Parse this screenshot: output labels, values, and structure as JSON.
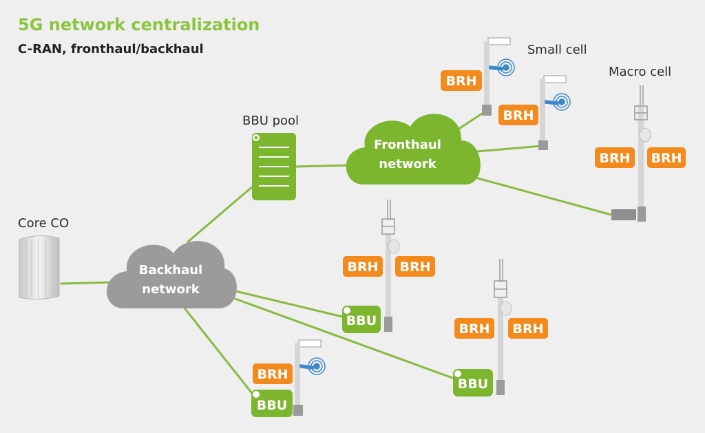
{
  "title": "5G network centralization",
  "subtitle": "C-RAN, fronthaul/backhaul",
  "labels": {
    "small_cell": "Small cell",
    "macro_cell": "Macro cell",
    "bbu_pool": "BBU pool",
    "core_co": "Core CO"
  },
  "clouds": {
    "fronthaul": [
      "Fronthaul",
      "network"
    ],
    "backhaul": [
      "Backhaul",
      "network"
    ]
  },
  "unit_labels": {
    "brh": "BRH",
    "bbu": "BBU"
  },
  "colors": {
    "background": "#efefef",
    "title": "#8cc43f",
    "subtitle": "#222222",
    "green": "#7bb62e",
    "green_dark": "#5f9621",
    "orange": "#f28a1e",
    "cloud_green": "#7bb62e",
    "cloud_gray": "#9b9b9b",
    "pole": "#d5d5d5",
    "antenna_blue": "#3d89c8"
  }
}
